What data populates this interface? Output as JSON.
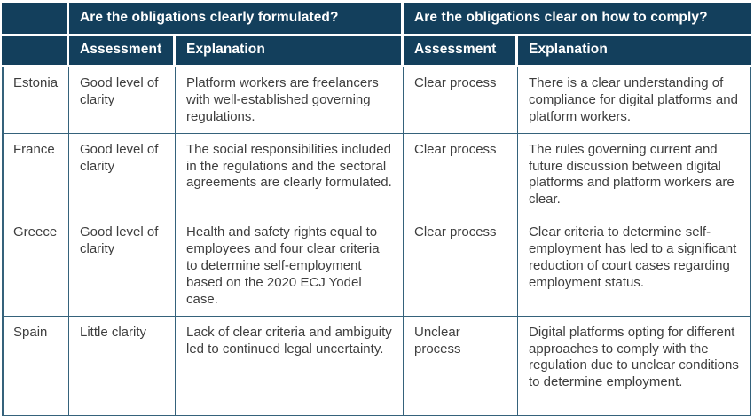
{
  "colors": {
    "header_bg": "#133F5C",
    "header_text": "#FFFFFF",
    "body_border": "#35627B",
    "body_text": "#3E3E3E",
    "body_bg": "#FFFFFF"
  },
  "header": {
    "question_left": "Are the obligations clearly formulated?",
    "question_right": "Are the obligations clear on how to comply?",
    "assessment_label_left": "Assessment",
    "explanation_label_left": "Explanation",
    "assessment_label_right": "Assessment",
    "explanation_label_right": "Explanation"
  },
  "rows": [
    {
      "country": "Estonia",
      "assessment1": "Good level of clarity",
      "explanation1": "Platform workers are freelancers with well-established governing regulations.",
      "assessment2": "Clear process",
      "explanation2": "There is a clear understanding of compliance for digital platforms and platform workers."
    },
    {
      "country": "France",
      "assessment1": "Good level of clarity",
      "explanation1": "The social responsibilities included in the regulations and the sectoral agreements are clearly formulated.",
      "assessment2": "Clear process",
      "explanation2": "The rules governing current and future discussion between digital platforms and platform workers are clear."
    },
    {
      "country": "Greece",
      "assessment1": "Good level of clarity",
      "explanation1": "Health and safety rights equal to employees and four clear criteria to determine self-employment based on the 2020 ECJ Yodel case.",
      "assessment2": "Clear process",
      "explanation2": "Clear criteria to determine self-employment has led to a significant reduction of court cases regarding employment status."
    },
    {
      "country": "Spain",
      "assessment1": "Little clarity",
      "explanation1": "Lack of clear criteria and ambi­guity led to continued legal uncertainty.",
      "assessment2": "Unclear process",
      "explanation2": "Digital platforms opting for differ­ent approaches to comply with the regulation due to unclear conditions to determine employ­ment."
    }
  ]
}
